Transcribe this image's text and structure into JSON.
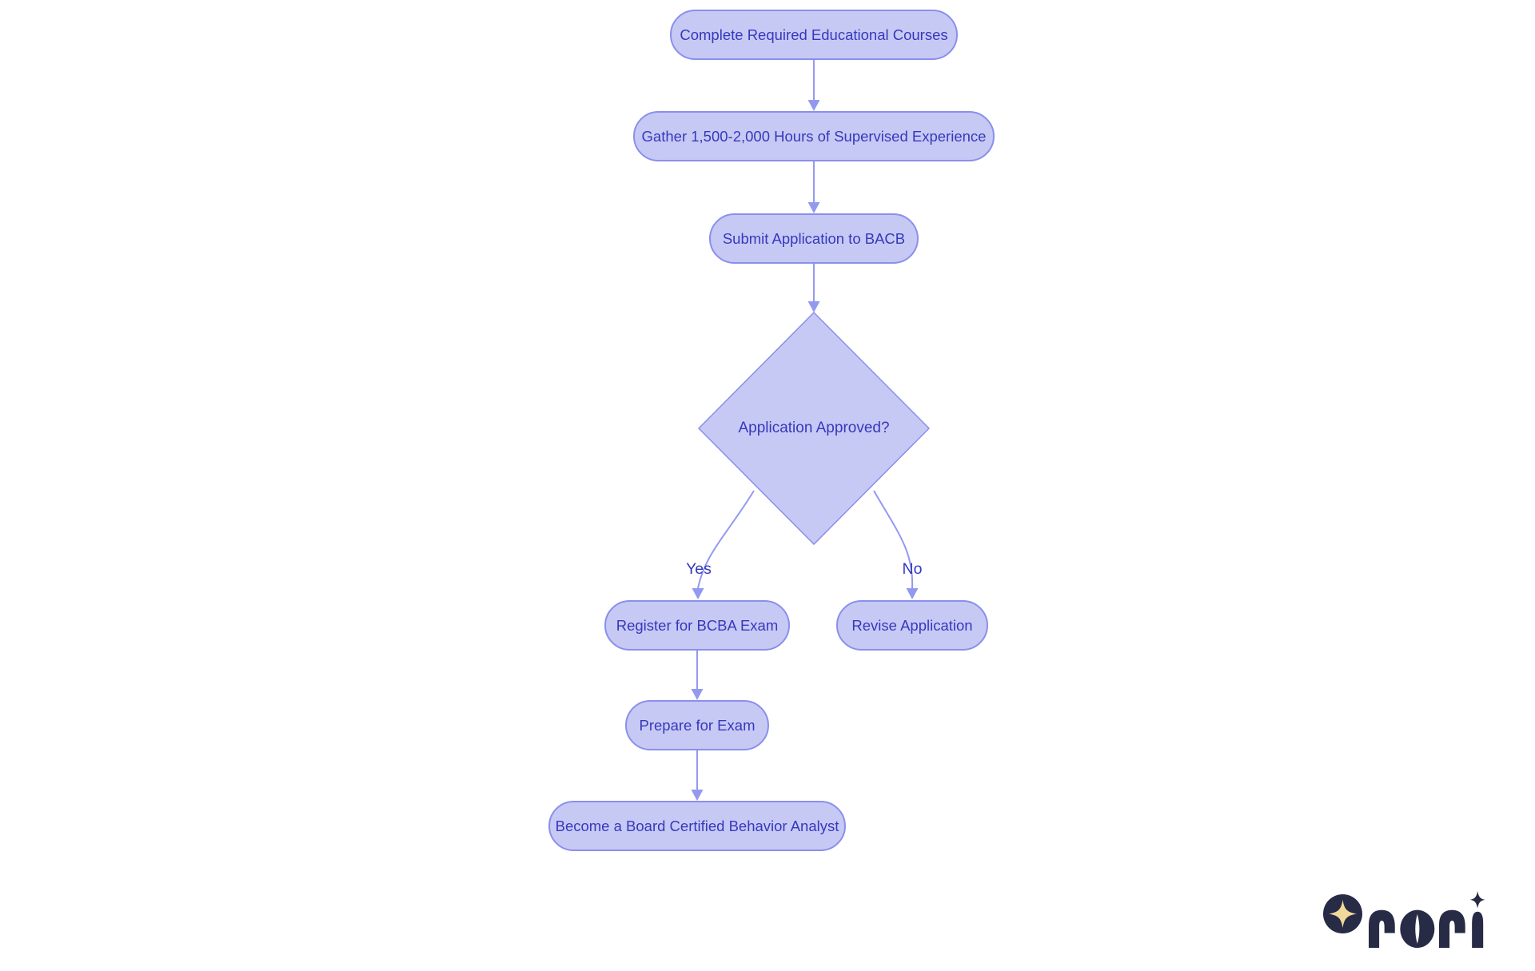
{
  "diagram": {
    "type": "flowchart",
    "direction": "top-down",
    "nodes": [
      {
        "id": "complete_courses",
        "shape": "pill",
        "label": "Complete Required Educational Courses"
      },
      {
        "id": "gather_hours",
        "shape": "pill",
        "label": "Gather 1,500-2,000 Hours of Supervised Experience"
      },
      {
        "id": "submit_application",
        "shape": "pill",
        "label": "Submit Application to BACB"
      },
      {
        "id": "application_approved",
        "shape": "diamond",
        "label": "Application Approved?"
      },
      {
        "id": "register_exam",
        "shape": "pill",
        "label": "Register for BCBA Exam"
      },
      {
        "id": "revise_application",
        "shape": "pill",
        "label": "Revise Application"
      },
      {
        "id": "prepare_exam",
        "shape": "pill",
        "label": "Prepare for Exam"
      },
      {
        "id": "become_bcba",
        "shape": "pill",
        "label": "Become a Board Certified Behavior Analyst"
      }
    ],
    "edges": [
      {
        "from": "complete_courses",
        "to": "gather_hours",
        "label": ""
      },
      {
        "from": "gather_hours",
        "to": "submit_application",
        "label": ""
      },
      {
        "from": "submit_application",
        "to": "application_approved",
        "label": ""
      },
      {
        "from": "application_approved",
        "to": "register_exam",
        "label": "Yes"
      },
      {
        "from": "application_approved",
        "to": "revise_application",
        "label": "No"
      },
      {
        "from": "register_exam",
        "to": "prepare_exam",
        "label": ""
      },
      {
        "from": "prepare_exam",
        "to": "become_bcba",
        "label": ""
      }
    ]
  },
  "logo": {
    "brand": "rori",
    "icons": [
      "circle-sparkle-icon",
      "sparkle-icon"
    ]
  },
  "colors": {
    "background": "#ffffff",
    "node_fill": "#c7c9f5",
    "node_border": "#8a8fec",
    "node_text": "#3539bc",
    "connector": "#9499f0",
    "logo_navy": "#272b45",
    "logo_gold": "#f1d99c"
  }
}
